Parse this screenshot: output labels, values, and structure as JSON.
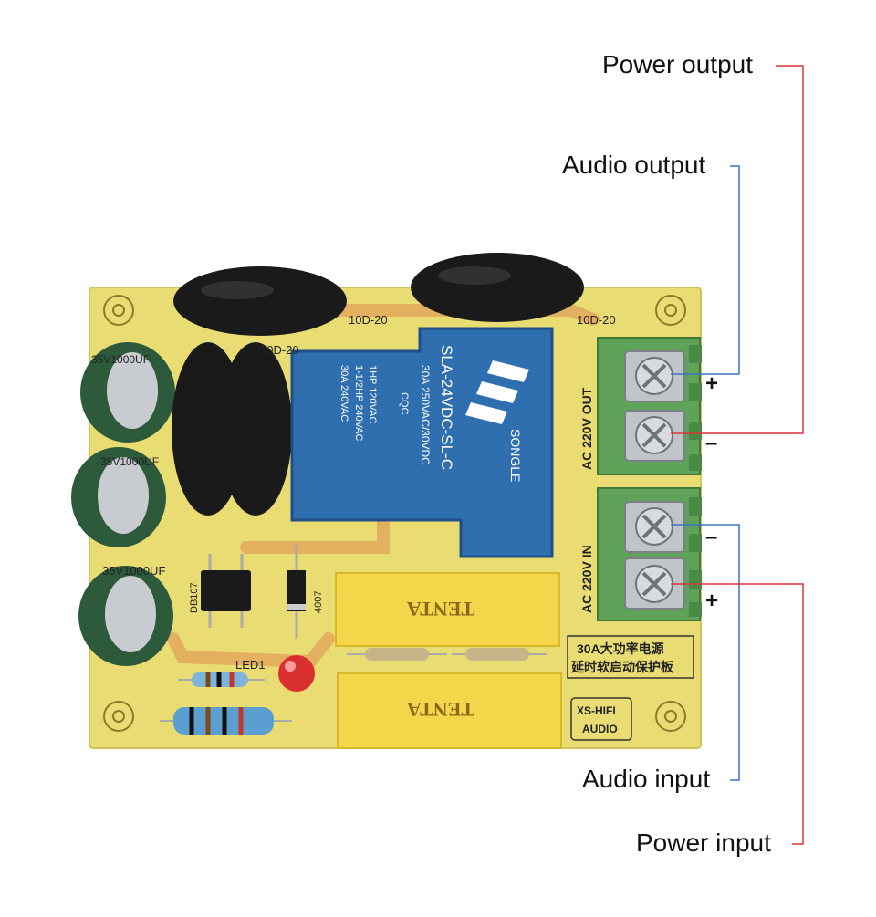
{
  "callouts": {
    "power_output": "Power output",
    "audio_output": "Audio output",
    "audio_input": "Audio input",
    "power_input": "Power input"
  },
  "polarity": {
    "out_plus": "+",
    "out_minus": "–",
    "in_minus": "–",
    "in_plus": "+"
  },
  "board": {
    "thermistor_label_1": "10D-20",
    "thermistor_label_2": "10D-20",
    "thermistor_label_3": "10D-20",
    "cap_label_1": "35V1000UF",
    "cap_label_2": "35V1000UF",
    "cap_label_3": "35V1000UF",
    "bridge_label": "DB107",
    "diode_label": "4007",
    "led_label": "LED1",
    "terminal_out_label": "AC 220V  OUT",
    "terminal_in_label": "AC 220V  IN",
    "title_line_1": "30A大功率电源",
    "title_line_2": "延时软启动保护板",
    "brand_line_1": "XS-HIFI",
    "brand_line_2": "AUDIO"
  },
  "relay": {
    "model": "SLA-24VDC-SL-C",
    "brand": "SONGLE",
    "spec_1": "30A 250VAC/30VDC",
    "spec_2": "1HP 120VAC",
    "spec_3": "1-1/2HP 240VAC",
    "spec_4": "30A 240VAC",
    "cert": "CQC"
  },
  "capacitor_brand": "TENTA",
  "colors": {
    "board": "#e9dc73",
    "trace": "#e0a25a",
    "relay": "#2f6fb0",
    "terminal": "#5fa35a",
    "callout_red": "#d93636",
    "callout_blue": "#3a74c4",
    "thermistor": "#1a1a1a",
    "safety_cap": "#f3d64a"
  }
}
